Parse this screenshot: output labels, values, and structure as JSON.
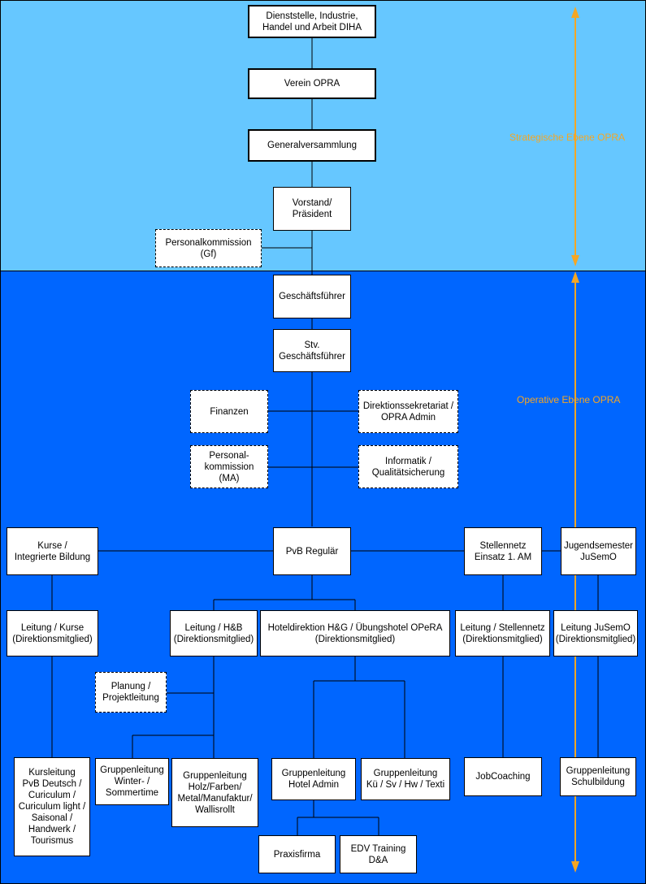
{
  "colors": {
    "strategic_band": "#66c7ff",
    "operative_band": "#0066ff",
    "arrow": "#f5a623",
    "label": "#f5a623",
    "box_fill": "#ffffff",
    "line": "#000000"
  },
  "levels": {
    "strategic": "Strategische Ebene OPRA",
    "operative": "Operative Ebene OPRA"
  },
  "boxes": {
    "diha": "Dienststelle, Industrie,\nHandel und Arbeit DIHA",
    "verein": "Verein OPRA",
    "gv": "Generalversammlung",
    "vorstand": "Vorstand/\nPräsident",
    "pk_gf": "Personalkommission\n(Gf)",
    "gf": "Geschäftsführer",
    "stv": "Stv.\nGeschäftsführer",
    "finanzen": "Finanzen",
    "sekretariat": "Direktionssekretariat /\nOPRA Admin",
    "pk_ma": "Personal-\nkommission\n(MA)",
    "informatik": "Informatik /\nQualitätsicherung",
    "kurse": "Kurse /\nIntegrierte Bildung",
    "pvb": "PvB Regulär",
    "stellennetz": "Stellennetz\nEinsatz 1. AM",
    "jusemo": "Jugendsemester\nJuSemO",
    "leit_kurse": "Leitung / Kurse\n(Direktionsmitglied)",
    "leit_hb": "Leitung / H&B\n(Direktionsmitglied)",
    "hoteldir": "Hoteldirektion H&G / Übungshotel OPeRA\n(Direktionsmitglied)",
    "leit_stellen": "Leitung / Stellennetz\n(Direktionsmitglied)",
    "leit_jusemo": "Leitung JuSemO\n(Direktionsmitglied)",
    "planung": "Planung /\nProjektleitung",
    "kursleitung": "Kursleitung\nPvB Deutsch /\nCuriculum /\nCuriculum light /\nSaisonal /\nHandwerk /\nTourismus",
    "gl_winter": "Gruppenleitung\nWinter- /\nSommertime",
    "gl_holz": "Gruppenleitung\nHolz/Farben/\nMetal/Manufaktur/\nWallisrollt",
    "gl_hotel": "Gruppenleitung\nHotel Admin",
    "gl_ku": "Gruppenleitung\nKü / Sv / Hw / Texti",
    "jobcoaching": "JobCoaching",
    "gl_schul": "Gruppenleitung\nSchulbildung",
    "praxisfirma": "Praxisfirma",
    "edv": "EDV Training\nD&A"
  }
}
